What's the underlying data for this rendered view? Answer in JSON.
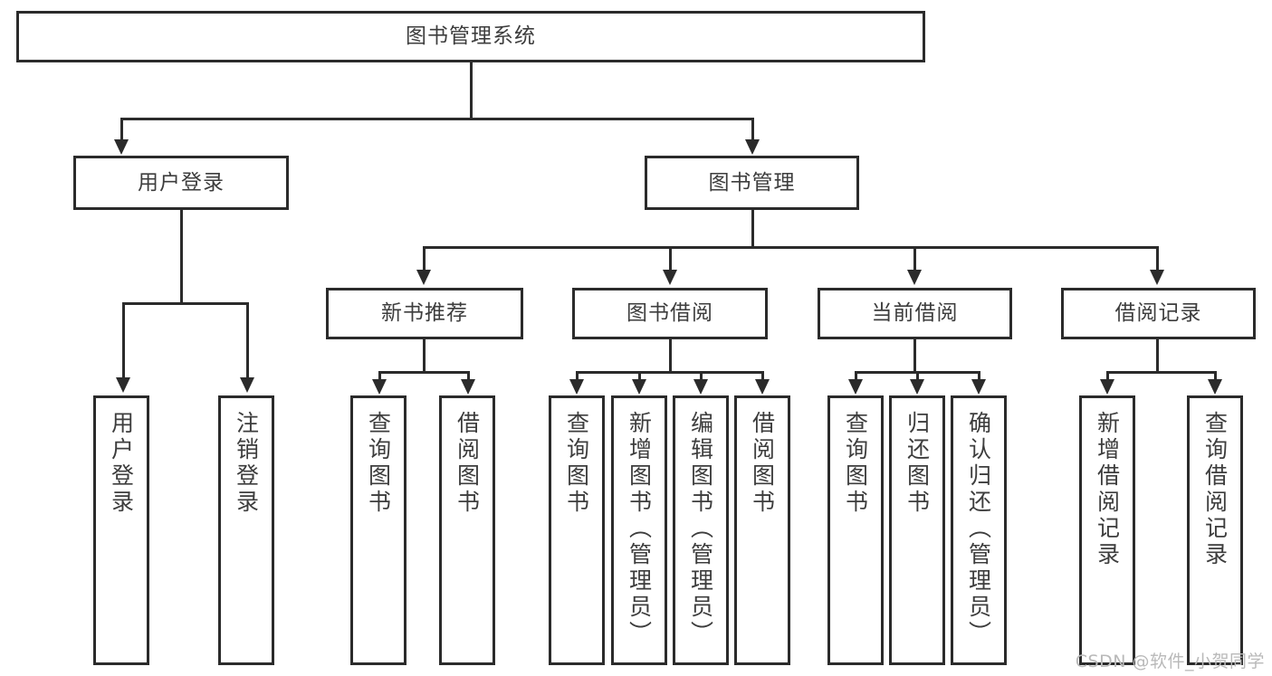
{
  "diagram": {
    "title": "图书管理系统",
    "watermark": "CSDN @软件_小贺同学",
    "accent_color": "#2b2b2b",
    "background_color": "#ffffff",
    "text_color": "#3d3d3d",
    "levels": {
      "root": {
        "label": "图书管理系统"
      },
      "level2": [
        {
          "label": "用户登录"
        },
        {
          "label": "图书管理"
        }
      ],
      "level3": [
        {
          "label": "新书推荐"
        },
        {
          "label": "图书借阅"
        },
        {
          "label": "当前借阅"
        },
        {
          "label": "借阅记录"
        }
      ],
      "leaves": {
        "user_login": [
          {
            "label": "用户登录"
          },
          {
            "label": "注销登录"
          }
        ],
        "new_book_recommend": [
          {
            "label": "查询图书"
          },
          {
            "label": "借阅图书"
          }
        ],
        "book_borrow": [
          {
            "label": "查询图书"
          },
          {
            "label": "新增图书（管理员）"
          },
          {
            "label": "编辑图书（管理员）"
          },
          {
            "label": "借阅图书"
          }
        ],
        "current_borrow": [
          {
            "label": "查询图书"
          },
          {
            "label": "归还图书"
          },
          {
            "label": "确认归还（管理员）"
          }
        ],
        "borrow_record": [
          {
            "label": "新增借阅记录"
          },
          {
            "label": "查询借阅记录"
          }
        ]
      }
    }
  }
}
